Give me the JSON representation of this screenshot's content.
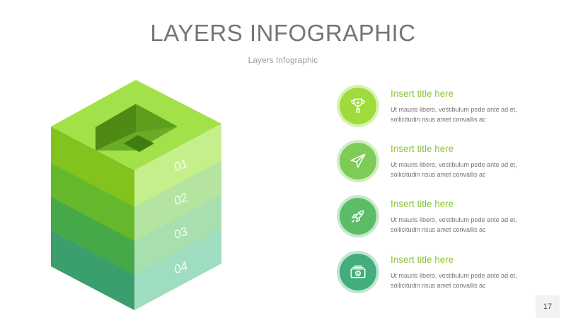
{
  "header": {
    "title": "LAYERS INFOGRAPHIC",
    "subtitle": "Layers Infographic"
  },
  "layers": [
    {
      "number": "01",
      "colors": {
        "left": "#82c41d",
        "right": "#c5ef8b"
      }
    },
    {
      "number": "02",
      "colors": {
        "left": "#65b82b",
        "right": "#b4e4a0"
      }
    },
    {
      "number": "03",
      "colors": {
        "left": "#45a94a",
        "right": "#a8dfae"
      }
    },
    {
      "number": "04",
      "colors": {
        "left": "#3a9e6d",
        "right": "#9fddc0"
      }
    }
  ],
  "items": [
    {
      "title": "Insert title here",
      "desc": "Ut mauris libero, vestibulum pede ante ad et, sollicitudin risus amet convallis ac",
      "icon": "trophy-icon",
      "circle_color": "#9edb3c",
      "ring_color": "#d9f2b0"
    },
    {
      "title": "Insert title here",
      "desc": "Ut mauris libero, vestibulum pede ante ad et, sollicitudin risus amet convallis ac",
      "icon": "paper-plane-icon",
      "circle_color": "#7ccc57",
      "ring_color": "#cfeec3"
    },
    {
      "title": "Insert title here",
      "desc": "Ut mauris libero, vestibulum pede ante ad et, sollicitudin risus amet convallis ac",
      "icon": "rocket-icon",
      "circle_color": "#5cbd69",
      "ring_color": "#c6e9cb"
    },
    {
      "title": "Insert title here",
      "desc": "Ut mauris libero, vestibulum pede ante ad et, sollicitudin risus amet convallis ac",
      "icon": "money-icon",
      "circle_color": "#43ad7c",
      "ring_color": "#bee6d2"
    }
  ],
  "colors": {
    "title_accent": "#8dc63f",
    "top_face": "#a2e14a",
    "hole_dark": "#4e8a15",
    "hole_mid": "#6aac24"
  },
  "footer": {
    "page_number": "17"
  }
}
